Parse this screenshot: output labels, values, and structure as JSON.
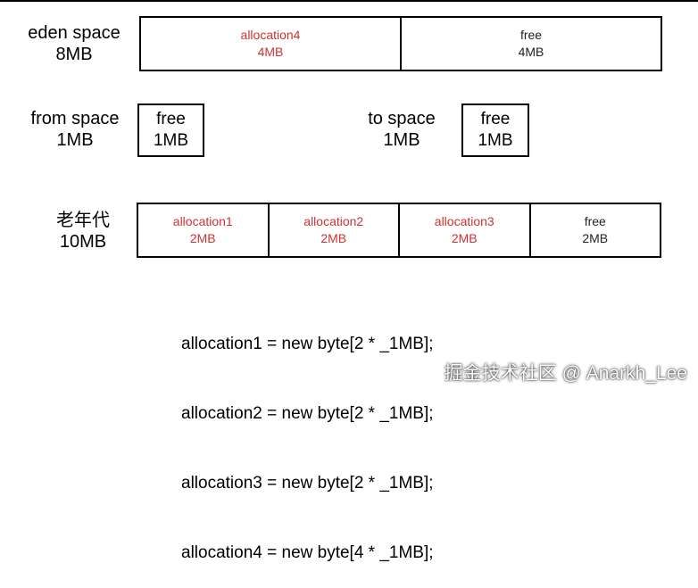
{
  "eden": {
    "name": "eden space",
    "size": "8MB",
    "cells": [
      {
        "label": "allocation4",
        "size": "4MB",
        "kind": "alloc"
      },
      {
        "label": "free",
        "size": "4MB",
        "kind": "free"
      }
    ]
  },
  "from_space": {
    "name": "from space",
    "size": "1MB",
    "cell": {
      "label": "free",
      "size": "1MB"
    }
  },
  "to_space": {
    "name": "to space",
    "size": "1MB",
    "cell": {
      "label": "free",
      "size": "1MB"
    }
  },
  "old_gen": {
    "name": "老年代",
    "size": "10MB",
    "cells": [
      {
        "label": "allocation1",
        "size": "2MB",
        "kind": "alloc"
      },
      {
        "label": "allocation2",
        "size": "2MB",
        "kind": "alloc"
      },
      {
        "label": "allocation3",
        "size": "2MB",
        "kind": "alloc"
      },
      {
        "label": "free",
        "size": "2MB",
        "kind": "free"
      }
    ]
  },
  "code_lines": [
    "allocation1 = new byte[2 * _1MB];",
    "allocation2 = new byte[2 * _1MB];",
    "allocation3 = new byte[2 * _1MB];",
    "allocation4 = new byte[4 * _1MB];"
  ],
  "watermark": "掘金技术社区 @ Anarkh_Lee",
  "colors": {
    "alloc_text": "#cc3333",
    "free_text": "#222222",
    "border": "#000000"
  }
}
